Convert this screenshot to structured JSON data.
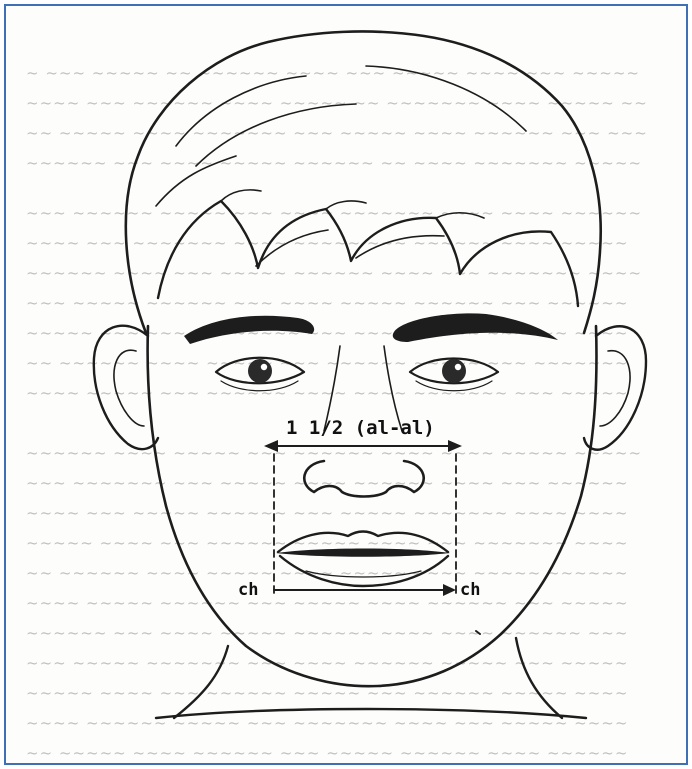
{
  "figure": {
    "measure_label": "1 1/2 (al-al)",
    "left_point_label": "ch",
    "right_point_label": "ch"
  },
  "colors": {
    "frame_border": "#3f6fb5",
    "ink": "#1d1d1d",
    "page_bleed": "#8f8f8f"
  }
}
